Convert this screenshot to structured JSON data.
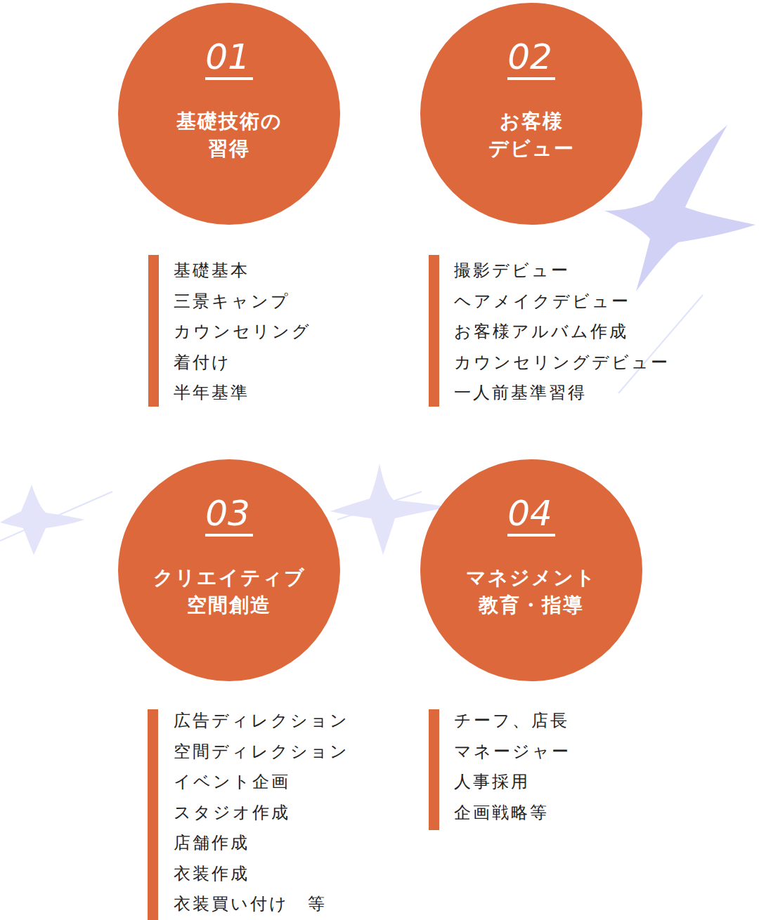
{
  "diagram": {
    "nodes": [
      {
        "text": [
          "01",
          "基礎技術の 習得"
        ]
      },
      {
        "text": [
          "02",
          "お客様 デビュー"
        ]
      },
      {
        "text": [
          "03",
          "クリエイティブ 空間創造"
        ]
      },
      {
        "text": [
          "04",
          "マネジメント 教育・指導"
        ]
      }
    ],
    "labels": [
      "基礎基本",
      "三景キャンプ",
      "カウンセリング",
      "着付け",
      "半年基準",
      "撮影デビュー",
      "ヘアメイクデビュー",
      "お客様アルバム作成",
      "カウンセリングデビュー",
      "一人前基準習得",
      "広告ディレクション",
      "空間ディレクション",
      "イベント企画",
      "スタジオ作成",
      "店舗作成",
      "衣装作成",
      "衣装買い付け　等",
      "チーフ、店長",
      "マネージャー",
      "人事採用",
      "企画戦略等"
    ]
  }
}
